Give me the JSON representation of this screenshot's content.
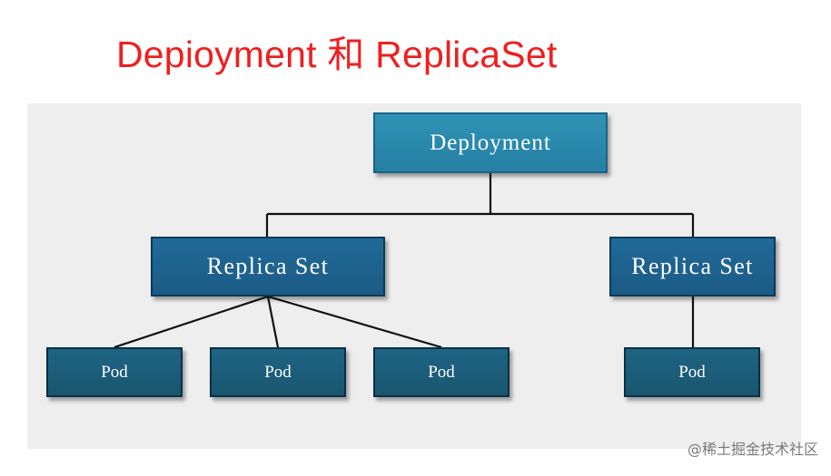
{
  "title": "Depioyment 和 ReplicaSet",
  "diagram": {
    "deployment": "Deployment",
    "replica_sets": [
      "Replica Set",
      "Replica Set"
    ],
    "pods": [
      "Pod",
      "Pod",
      "Pod",
      "Pod"
    ]
  },
  "colors": {
    "title": "#ef1f1f",
    "deployment_fill": "#2f93b6",
    "replica_set_fill": "#216a98",
    "pod_fill": "#1e6484",
    "connector": "#111111",
    "background": "#eeeeee"
  },
  "watermark": "@稀土掘金技术社区"
}
